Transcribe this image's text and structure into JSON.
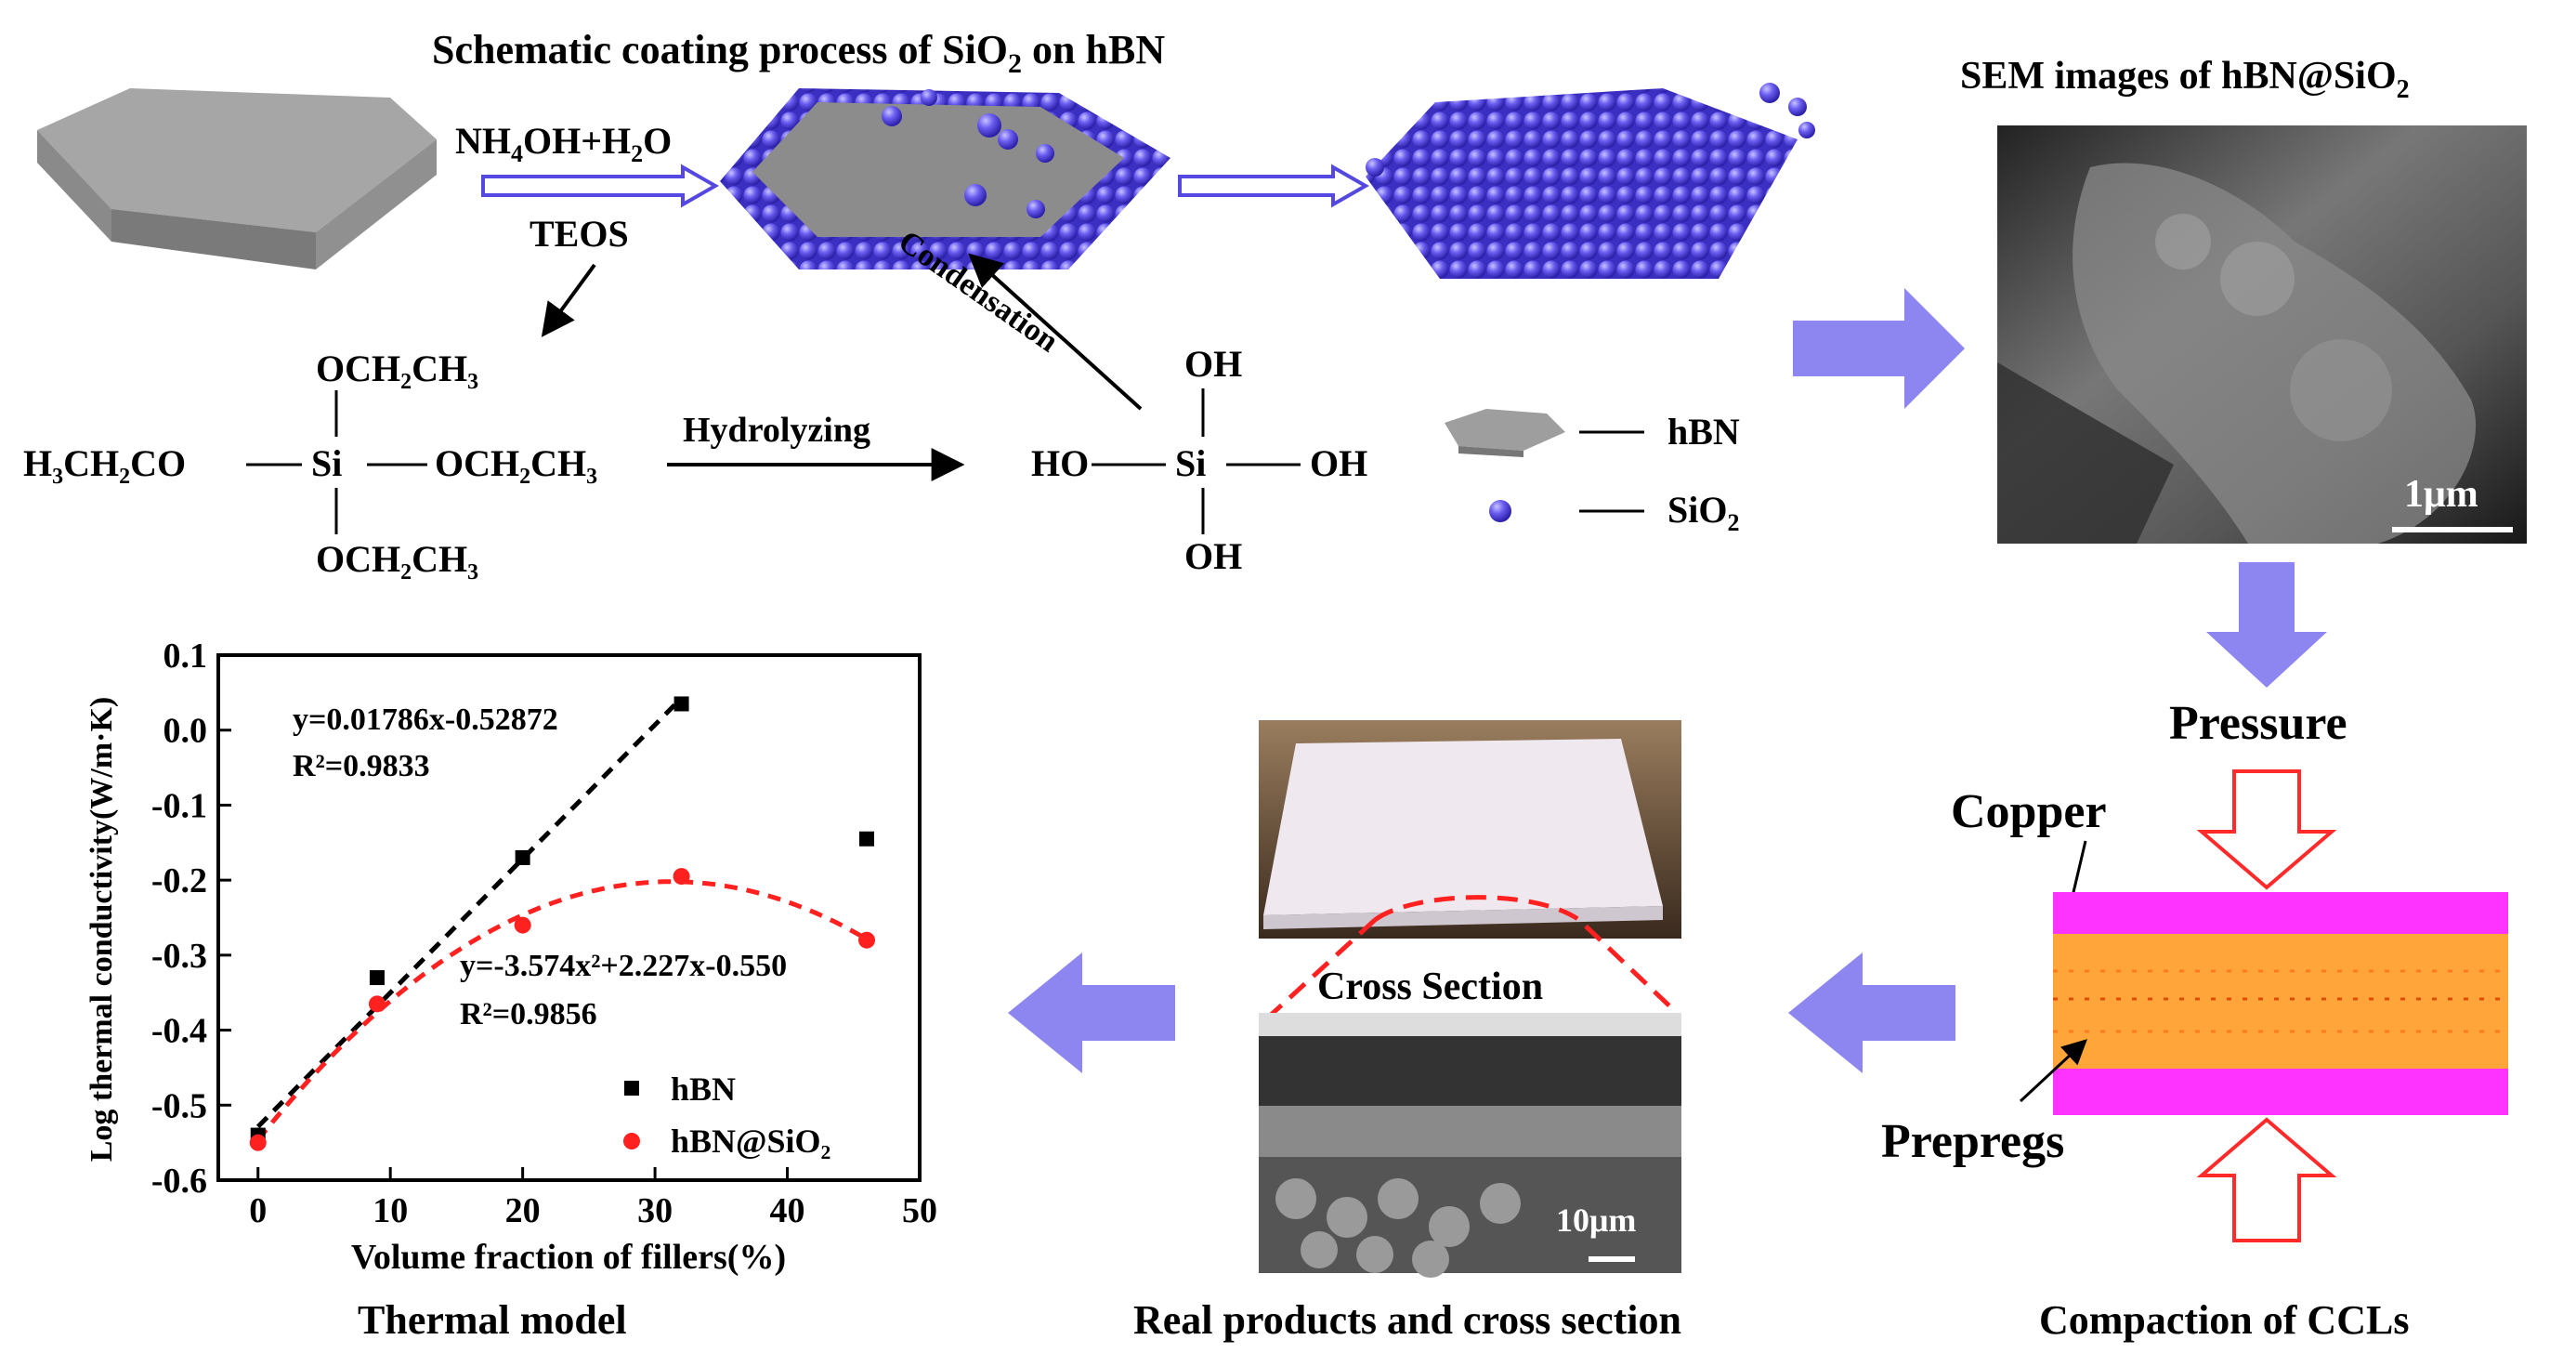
{
  "titles": {
    "coating": "Schematic coating process of SiO",
    "coating_sub": "2",
    "coating_tail": " on hBN",
    "sem": "SEM images of hBN@SiO",
    "sem_sub": "2",
    "thermal_model": "Thermal model",
    "real_products": "Real products and cross section",
    "compaction": "Compaction of CCLs"
  },
  "reaction": {
    "reagent_1": "NH",
    "reagent_1_sub": "4",
    "reagent_1_mid": "OH+H",
    "reagent_1_sub2": "2",
    "reagent_1_tail": "O",
    "teos": "TEOS",
    "condensation": "Condensation",
    "hydrolyzing": "Hydrolyzing",
    "teos_left": "H₃CH₂CO",
    "teos_si": "Si",
    "teos_right": "OCH₂CH₃",
    "teos_top": "OCH₂CH₃",
    "teos_bottom": "OCH₂CH₃",
    "silanol_top": "OH",
    "silanol_left": "HO",
    "silanol_si": "Si",
    "silanol_right": "OH",
    "silanol_bottom": "OH"
  },
  "legend_schematic": {
    "hbn": "hBN",
    "sio2": "SiO",
    "sio2_sub": "2"
  },
  "sem": {
    "scale_bar": "1μm"
  },
  "ccl": {
    "pressure": "Pressure",
    "copper": "Copper",
    "prepregs": "Prepregs"
  },
  "cross_section": {
    "label": "Cross Section",
    "scale_bar": "10μm"
  },
  "colors": {
    "sio2_sphere": "#5b4ee6",
    "hbn_gray": "#9e9e9e",
    "arrow_fill": "#8e86f0",
    "copper_magenta": "#ff33ff",
    "prepreg_orange": "#ffa53a",
    "pressure_red": "#ff2a2a",
    "series_hbn": "#000000",
    "series_sio2": "#ff2020"
  },
  "chart_data": {
    "type": "scatter",
    "xlabel": "Volume fraction of fillers(%)",
    "ylabel": "Log thermal conductivity(W/m·K)",
    "xlim": [
      -3,
      50
    ],
    "ylim": [
      -0.6,
      0.1
    ],
    "xticks": [
      0,
      10,
      20,
      30,
      40,
      50
    ],
    "yticks": [
      -0.6,
      -0.5,
      -0.4,
      -0.3,
      -0.2,
      -0.1,
      0.0,
      0.1
    ],
    "xtick_labels": [
      "0",
      "10",
      "20",
      "30",
      "40",
      "50"
    ],
    "ytick_labels": [
      "-0.6",
      "-0.5",
      "-0.4",
      "-0.3",
      "-0.2",
      "-0.1",
      "0.0",
      "0.1"
    ],
    "legend_position": "bottom-right",
    "series": [
      {
        "name": "hBN",
        "marker": "square",
        "color": "#000000",
        "x": [
          0,
          9,
          20,
          32,
          46
        ],
        "y": [
          -0.54,
          -0.33,
          -0.17,
          0.035,
          -0.145
        ],
        "fit": {
          "type": "linear",
          "coef": [
            0.01786,
            -0.52872
          ],
          "x_range": [
            0,
            32
          ]
        },
        "equation": "y=0.01786x-0.52872",
        "r2": "R²=0.9833"
      },
      {
        "name": "hBN@SiO₂",
        "marker": "circle",
        "color": "#ff2020",
        "x": [
          0,
          9,
          20,
          32,
          46
        ],
        "y": [
          -0.55,
          -0.365,
          -0.26,
          -0.195,
          -0.28
        ],
        "fit": {
          "type": "poly2",
          "x_range": [
            0,
            46
          ]
        },
        "equation": "y=-3.574x²+2.227x-0.550",
        "r2": "R²=0.9856"
      }
    ]
  }
}
